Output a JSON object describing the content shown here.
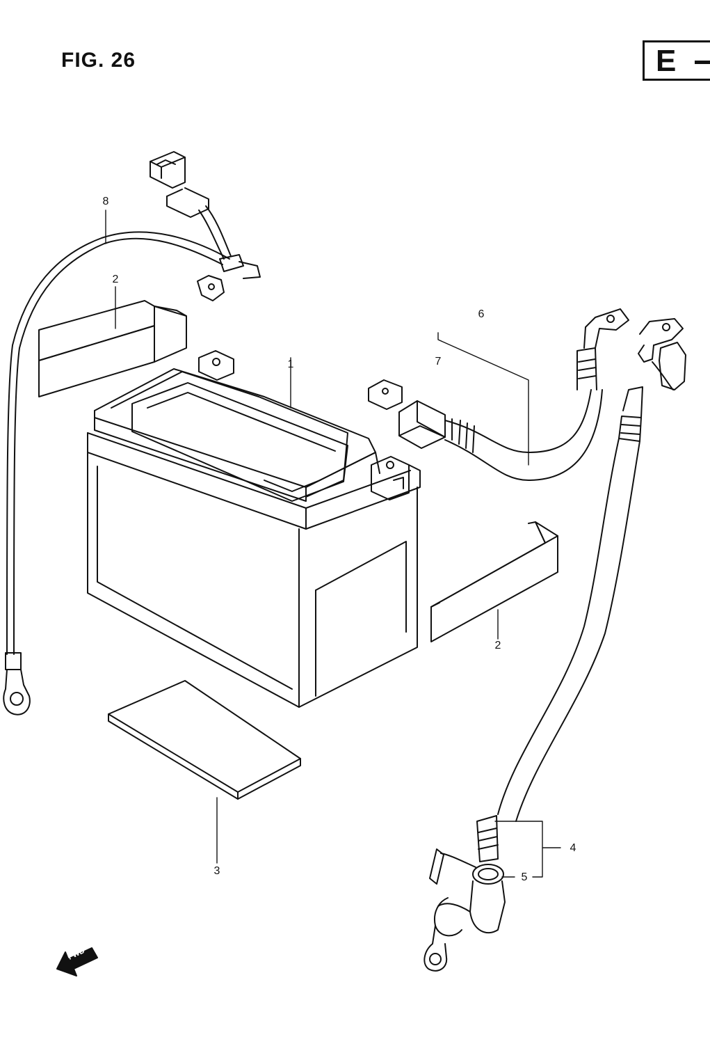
{
  "header": {
    "figure_title": "FIG. 26",
    "section_letter": "E"
  },
  "callouts": {
    "c1": "1",
    "c2a": "2",
    "c2b": "2",
    "c3": "3",
    "c4": "4",
    "c5": "5",
    "c6": "6",
    "c7": "7",
    "c8": "8"
  },
  "direction_marker": {
    "label": "FWD",
    "icon": "forward-arrow-icon"
  }
}
